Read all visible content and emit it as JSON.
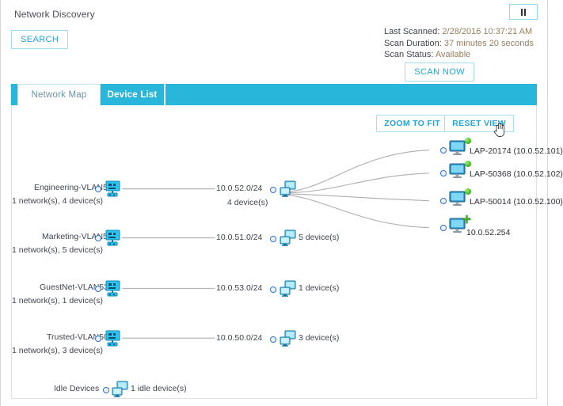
{
  "header": {
    "title": "Network Discovery",
    "pause_button": "Pause",
    "search_button": "SEARCH"
  },
  "scan": {
    "last_scanned_label": "Last Scanned:",
    "last_scanned_value": "2/28/2016 10:37:21 AM",
    "duration_label": "Scan Duration:",
    "duration_value": "37 minutes 20 seconds",
    "status_label": "Scan Status:",
    "status_value": "Available",
    "scan_now_button": "SCAN NOW"
  },
  "tabs": [
    {
      "label": "Network Map",
      "active": true
    },
    {
      "label": "Device List",
      "active": false
    }
  ],
  "map_toolbar": {
    "zoom_to_fit": "ZOOM TO FIT",
    "reset_view": "RESET VIEW"
  },
  "map": {
    "vlans": [
      {
        "name": "Engineering-VLAN52",
        "summary": "1 network(s), 4 device(s)"
      },
      {
        "name": "Marketing-VLAN51",
        "summary": "1 network(s), 5 device(s)"
      },
      {
        "name": "GuestNet-VLAN53",
        "summary": "1 network(s), 1 device(s)"
      },
      {
        "name": "Trusted-VLAN50",
        "summary": "1 network(s), 3 device(s)"
      }
    ],
    "subnets": [
      {
        "cidr": "10.0.52.0/24",
        "count": "4 device(s)"
      },
      {
        "cidr": "10.0.51.0/24",
        "count": "5 device(s)"
      },
      {
        "cidr": "10.0.53.0/24",
        "count": "1 device(s)"
      },
      {
        "cidr": "10.0.50.0/24",
        "count": "3 device(s)"
      }
    ],
    "devices": [
      {
        "label": "LAP-20174 (10.0.52.101)",
        "badge": "status"
      },
      {
        "label": "LAP-50368 (10.0.52.102)",
        "badge": "status"
      },
      {
        "label": "LAP-50014 (10.0.52.100)",
        "badge": "status"
      },
      {
        "label": "10.0.52.254",
        "badge": "plus"
      }
    ],
    "idle": {
      "name": "Idle Devices",
      "count": "1 idle device(s)"
    }
  },
  "colors": {
    "accent": "#29b6db",
    "accent_text": "#26a4d4",
    "value_text": "#97805f",
    "status_green": "#4dc32a",
    "edge_gray": "#aaaaaa"
  }
}
